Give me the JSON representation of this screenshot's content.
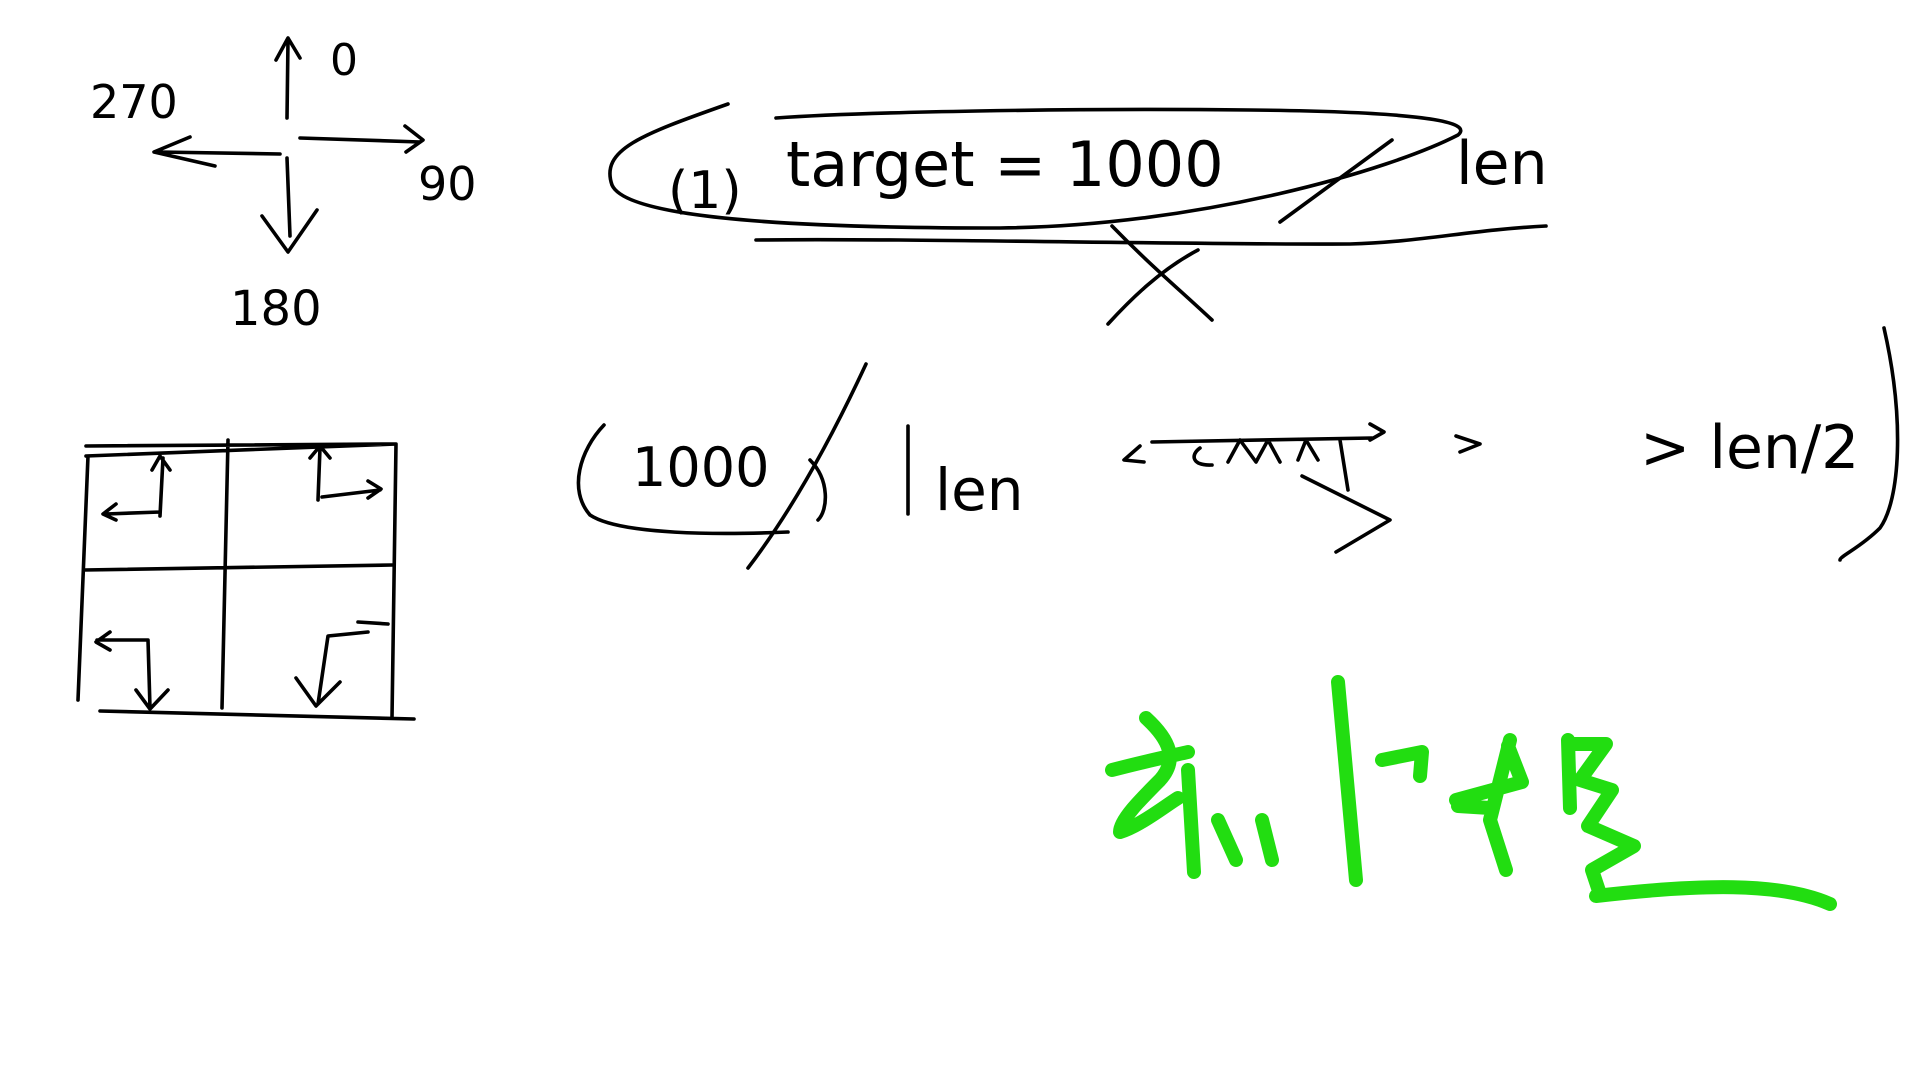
{
  "ink_color": "#000000",
  "highlight_color": "#22dd11",
  "background": "#ffffff",
  "compass": {
    "up_label": "0",
    "right_label": "90",
    "down_label": "180",
    "left_label": "270"
  },
  "equation": {
    "index_label": "(1)",
    "target_text": "target = 1000",
    "len_text": "len"
  },
  "condition": {
    "numerator_text": "1000",
    "len_text": "len",
    "compare_text": "> len/2"
  }
}
